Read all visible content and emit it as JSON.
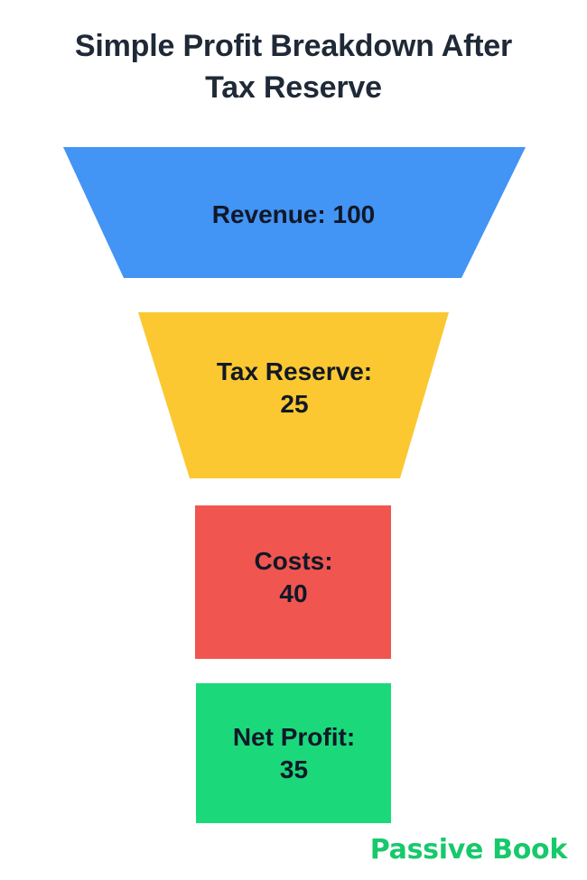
{
  "title": "Simple Profit Breakdown After\nTax Reserve",
  "branding": "Passive Book",
  "colors": {
    "background": "#ffffff",
    "title_text": "#1f2937",
    "label_text": "#111827",
    "brand_green": "#16c96b",
    "revenue_blue": "#4294f5",
    "tax_yellow": "#fbc831",
    "costs_red": "#f05550",
    "net_profit_green": "#1bd97b"
  },
  "chart_data": {
    "type": "bar",
    "chart_subtype": "funnel",
    "title": "Simple Profit Breakdown After Tax Reserve",
    "xlabel": "",
    "ylabel": "",
    "orientation": "vertical",
    "grid": false,
    "legend": false,
    "categories": [
      "Revenue",
      "Tax Reserve",
      "Costs",
      "Net Profit"
    ],
    "values": [
      100,
      25,
      40,
      35
    ],
    "value_unit": "",
    "stages": [
      {
        "name": "Revenue",
        "value": 100,
        "label": "Revenue: 100",
        "color": "#4294f5",
        "shape": "trapezoid",
        "top_width": 512,
        "bottom_width": 374
      },
      {
        "name": "Tax Reserve",
        "value": 25,
        "label": "Tax Reserve:\n25",
        "color": "#fbc831",
        "shape": "trapezoid",
        "top_width": 344,
        "bottom_width": 233
      },
      {
        "name": "Costs",
        "value": 40,
        "label": "Costs:\n40",
        "color": "#f05550",
        "shape": "rectangle",
        "top_width": 217,
        "bottom_width": 217
      },
      {
        "name": "Net Profit",
        "value": 35,
        "label": "Net Profit:\n35",
        "color": "#1bd97b",
        "shape": "rectangle",
        "top_width": 216,
        "bottom_width": 216
      }
    ]
  }
}
